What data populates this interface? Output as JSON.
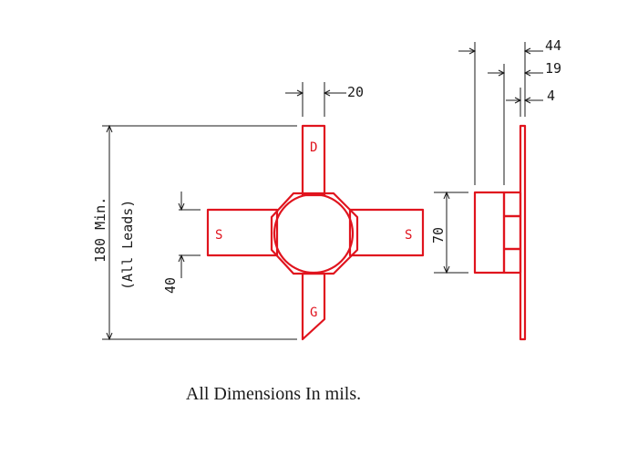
{
  "diagram": {
    "lead_labels": {
      "drain": "D",
      "source_left": "S",
      "source_right": "S",
      "gate": "G"
    },
    "dimensions": {
      "lead_width": "20",
      "lead_length": "180 Min.",
      "lead_length_note": "(All Leads)",
      "lead_spacing": "40",
      "body_height": "70",
      "overall_height": "44",
      "body_thickness": "19",
      "lead_thickness": "4"
    },
    "caption": "All Dimensions In mils.",
    "colors": {
      "part": "#e0141e",
      "dimension": "#1a1a1a"
    }
  }
}
